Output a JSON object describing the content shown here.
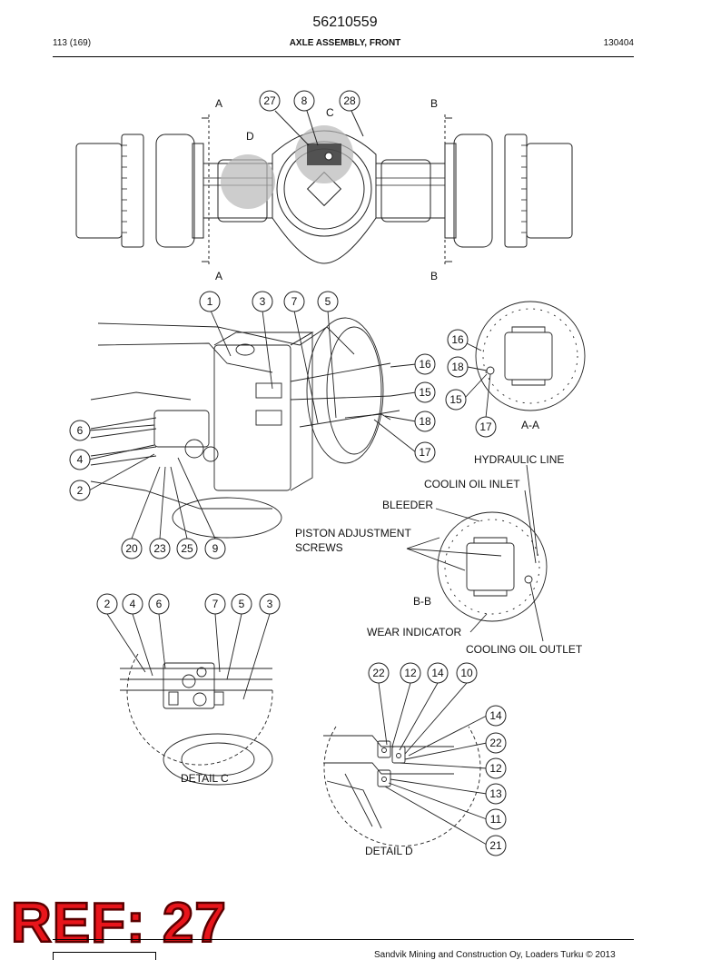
{
  "header": {
    "doc_number": "56210559",
    "page": "113 (169)",
    "title": "AXLE ASSEMBLY, FRONT",
    "code": "130404"
  },
  "top_view": {
    "section_a": "A",
    "section_b": "B",
    "detail_c": "C",
    "detail_d": "D",
    "callouts": [
      "27",
      "8",
      "28"
    ]
  },
  "iso_view": {
    "callouts_top": [
      "1",
      "3",
      "7",
      "5"
    ],
    "callouts_right": [
      "16",
      "15",
      "18",
      "17"
    ],
    "callouts_left": [
      "6",
      "4",
      "2"
    ],
    "callouts_bottom": [
      "20",
      "23",
      "25",
      "9"
    ]
  },
  "section_aa": {
    "label": "A-A",
    "callouts": [
      "16",
      "18",
      "15",
      "17"
    ]
  },
  "section_bb": {
    "label": "B-B",
    "hydraulic_line": "HYDRAULIC LINE",
    "coolin_oil_inlet": "COOLIN OIL INLET",
    "bleeder": "BLEEDER",
    "piston_adjustment_1": "PISTON ADJUSTMENT",
    "piston_adjustment_2": "SCREWS",
    "wear_indicator": "WEAR INDICATOR",
    "cooling_oil_outlet": "COOLING OIL OUTLET"
  },
  "detail_c": {
    "label": "DETAIL C",
    "callouts": [
      "2",
      "4",
      "6",
      "7",
      "5",
      "3"
    ]
  },
  "detail_d": {
    "label": "DETAIL D",
    "callouts_top": [
      "22",
      "12",
      "14",
      "10"
    ],
    "callouts_right": [
      "14",
      "22",
      "12",
      "13",
      "11",
      "21"
    ]
  },
  "stamp": "REF: 27",
  "footer": {
    "copyright": "Sandvik Mining and Construction Oy, Loaders Turku © 2013"
  }
}
